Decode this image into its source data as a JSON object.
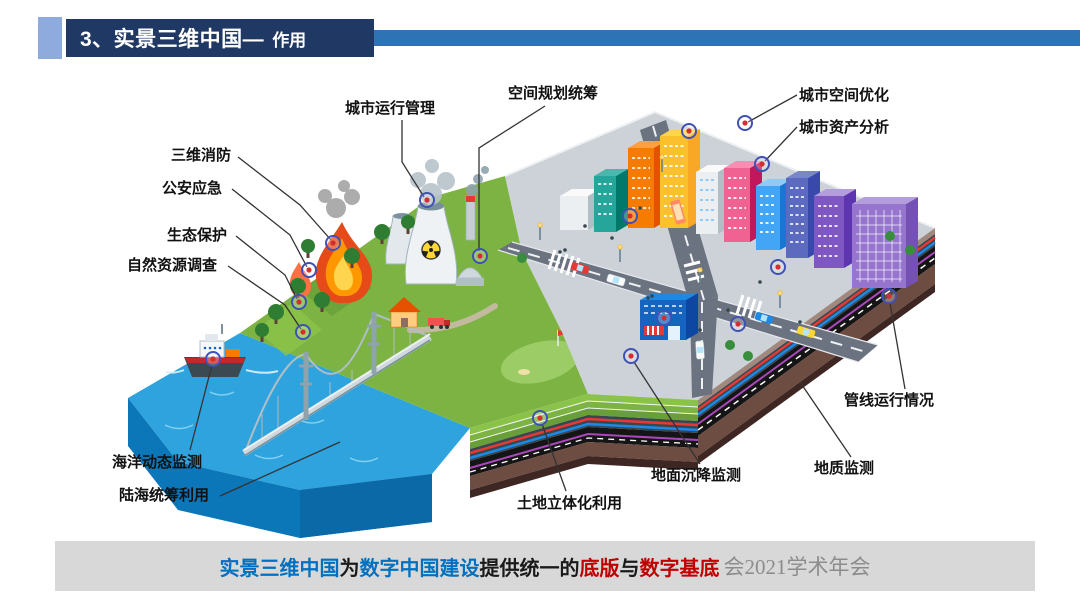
{
  "header": {
    "title_main": "3、实景三维中国—",
    "title_sub": "作用"
  },
  "diagram": {
    "labels": [
      {
        "id": "city-operation-management",
        "text": "城市运行管理"
      },
      {
        "id": "spatial-planning-coordination",
        "text": "空间规划统筹"
      },
      {
        "id": "urban-space-optimization",
        "text": "城市空间优化"
      },
      {
        "id": "urban-asset-analysis",
        "text": "城市资产分析"
      },
      {
        "id": "3d-fire-fighting",
        "text": "三维消防"
      },
      {
        "id": "public-security-emergency",
        "text": "公安应急"
      },
      {
        "id": "ecological-protection",
        "text": "生态保护"
      },
      {
        "id": "natural-resource-survey",
        "text": "自然资源调查"
      },
      {
        "id": "marine-dynamic-monitoring",
        "text": "海洋动态监测"
      },
      {
        "id": "land-sea-coordination",
        "text": "陆海统筹利用"
      },
      {
        "id": "land-3d-utilization",
        "text": "土地立体化利用"
      },
      {
        "id": "ground-subsidence-monitoring",
        "text": "地面沉降监测"
      },
      {
        "id": "geological-monitoring",
        "text": "地质监测"
      },
      {
        "id": "pipeline-operation-status",
        "text": "管线运行情况"
      }
    ]
  },
  "footer": {
    "segments": [
      {
        "text": "实景三维中国",
        "color": "blue"
      },
      {
        "text": "为",
        "color": "black"
      },
      {
        "text": "数字中国建设",
        "color": "blue"
      },
      {
        "text": "提供统一的",
        "color": "black"
      },
      {
        "text": "底版",
        "color": "red"
      },
      {
        "text": "与",
        "color": "black"
      },
      {
        "text": "数字基底",
        "color": "red"
      }
    ],
    "watermark": "会2021学术年会"
  },
  "colors": {
    "title_bar": "#1f3864",
    "header_rule": "#2e74b5",
    "accent": "#8faadc",
    "footer_bg": "#d8d8d8",
    "text_blue": "#0070c0",
    "text_red": "#c00000",
    "watermark_gray": "#8c8c8c"
  }
}
